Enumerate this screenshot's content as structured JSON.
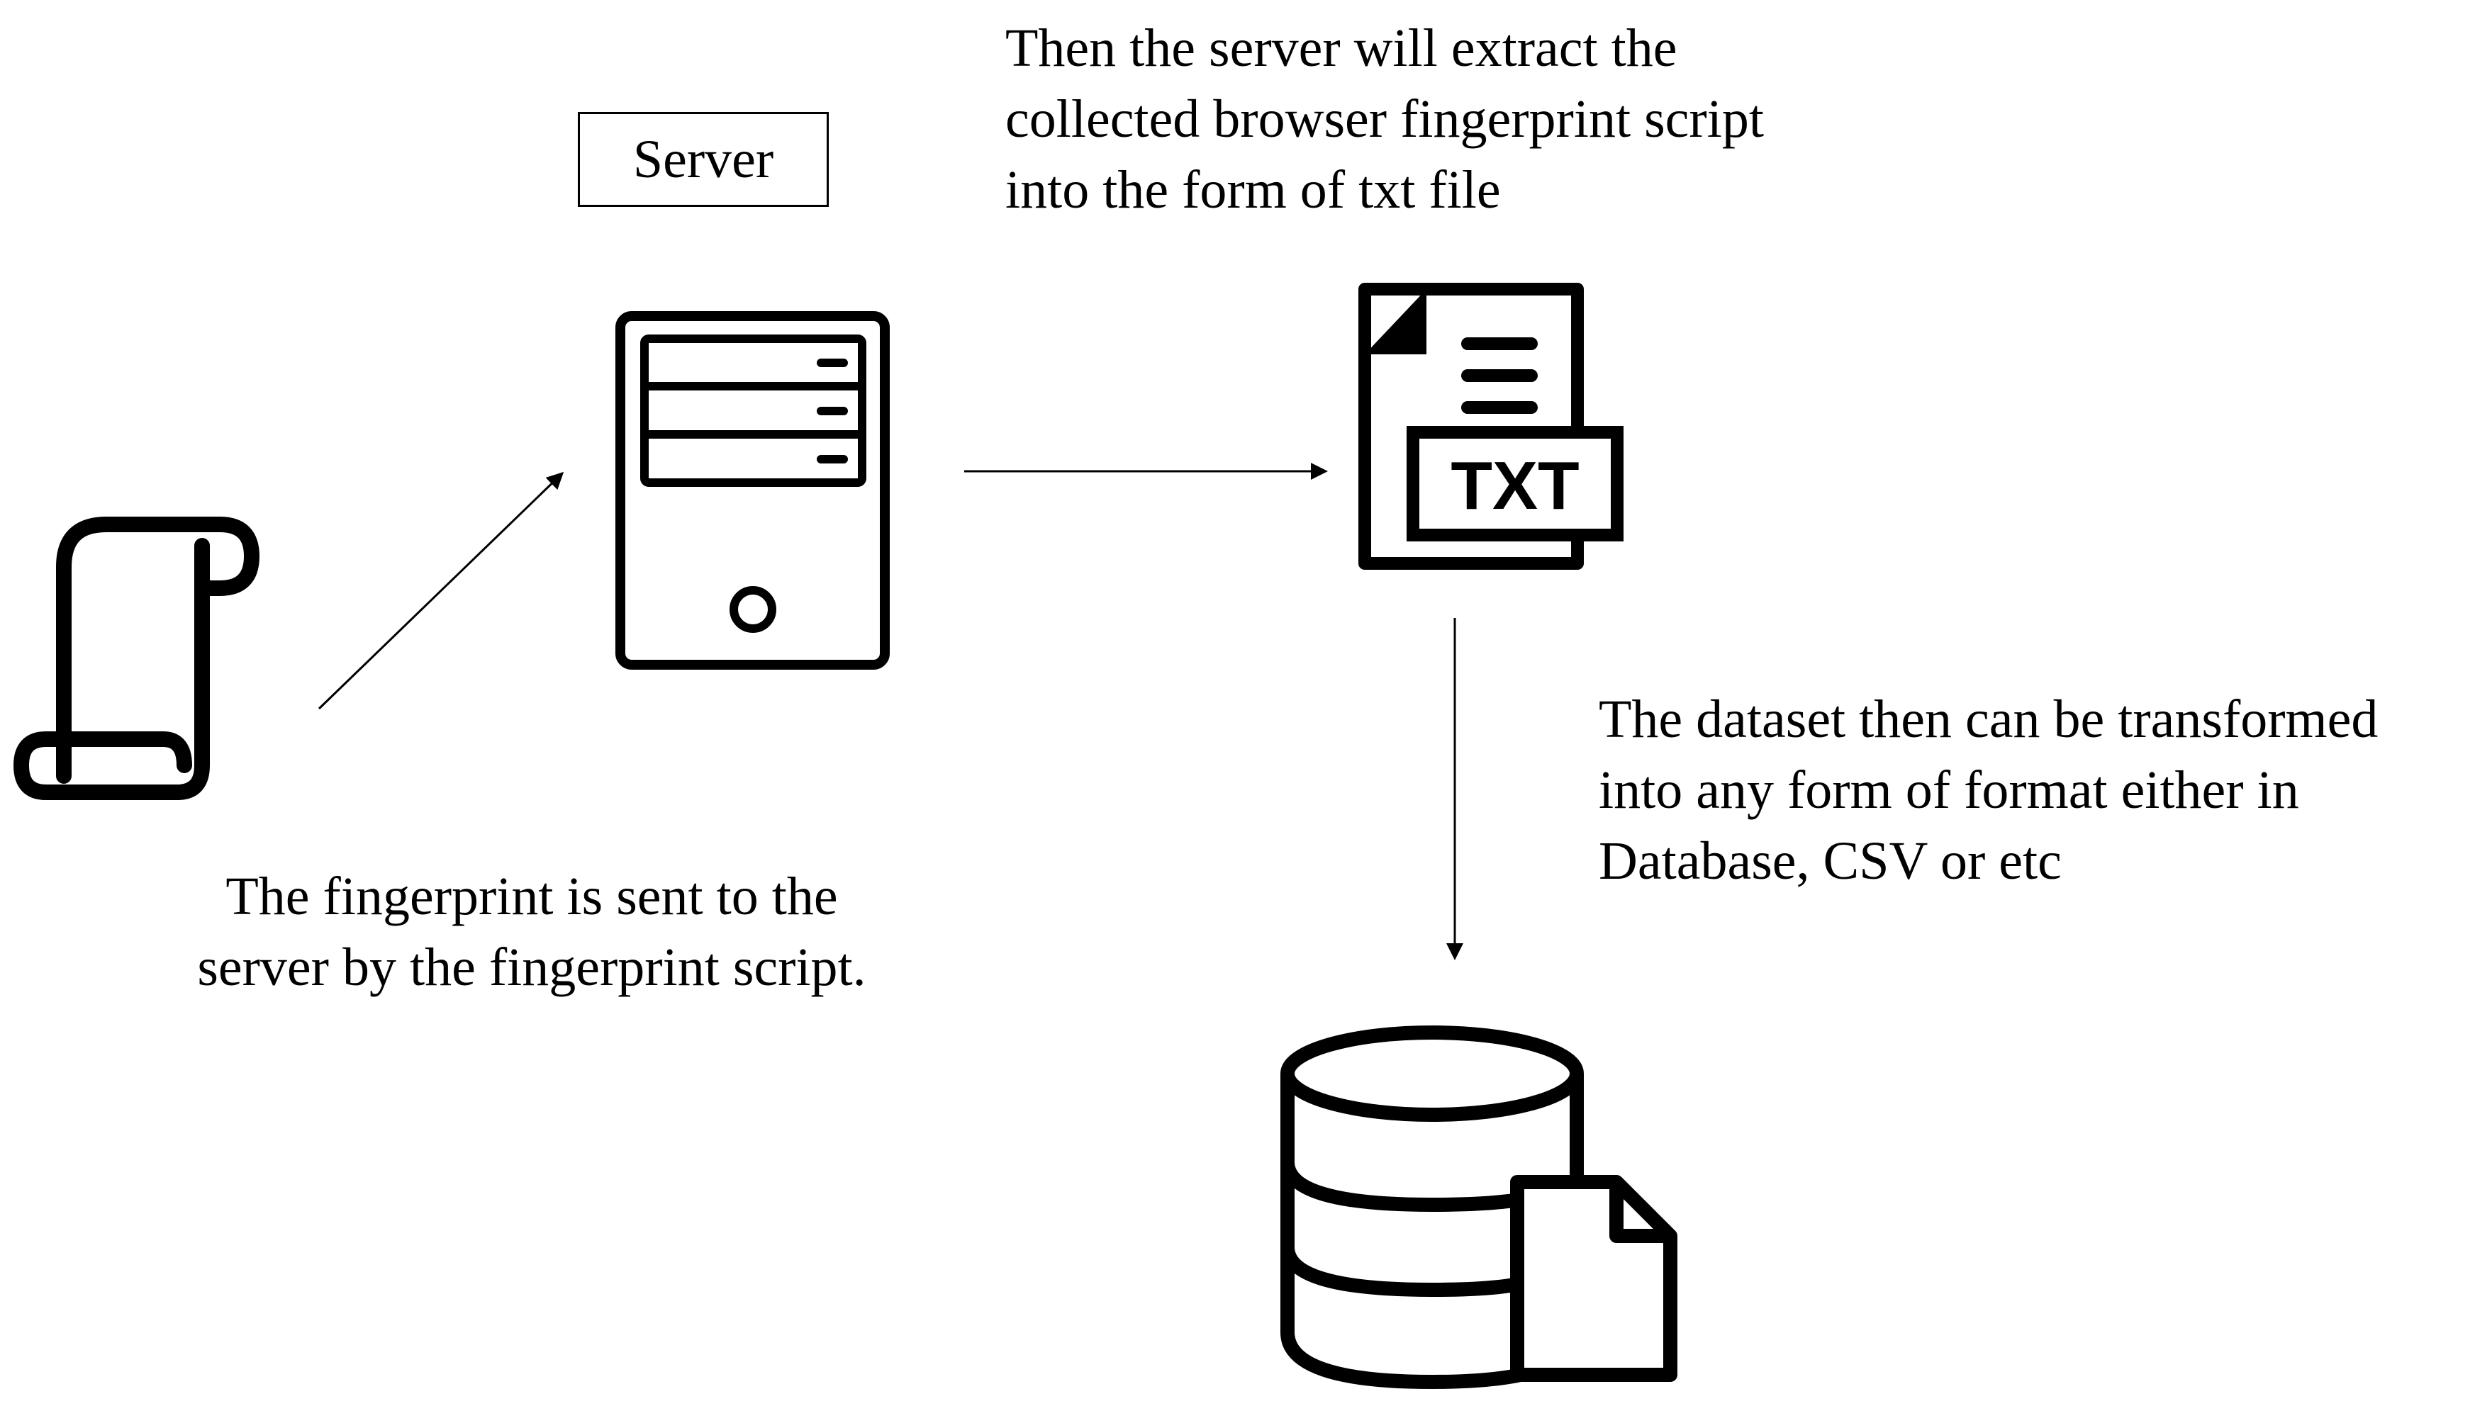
{
  "nodes": {
    "server": {
      "label": "Server"
    },
    "txt_file": {
      "badge": "TXT"
    }
  },
  "captions": {
    "extract": {
      "lines": [
        "Then the server will extract the",
        "collected browser fingerprint script",
        "into the form of txt file"
      ]
    },
    "transform": {
      "lines": [
        "The dataset then can be transformed",
        "into any form of format either in",
        "Database, CSV or etc"
      ]
    },
    "send": {
      "lines": [
        "The fingerprint is sent to the",
        "server by the fingerprint script."
      ]
    }
  },
  "icons": [
    "scroll-icon",
    "server-tower-icon",
    "txt-file-icon",
    "database-file-icon"
  ],
  "colors": {
    "stroke": "#000000",
    "background": "#ffffff"
  }
}
